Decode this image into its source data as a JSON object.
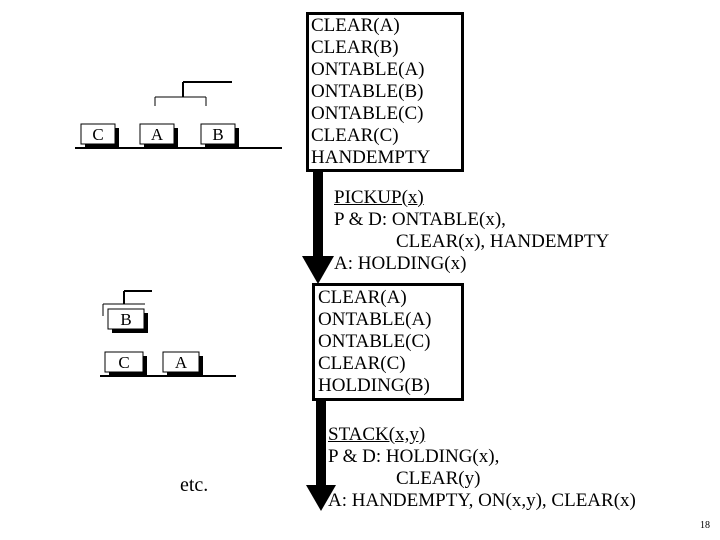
{
  "state1": {
    "lines": [
      "CLEAR(A)",
      "CLEAR(B)",
      "ONTABLE(A)",
      "ONTABLE(B)",
      "ONTABLE(C)",
      "CLEAR(C)",
      "HANDEMPTY"
    ]
  },
  "operator1": {
    "name": "PICKUP(x)",
    "pd_line1": "P & D: ONTABLE(x),",
    "pd_line2": "CLEAR(x), HANDEMPTY",
    "add": "A: HOLDING(x)"
  },
  "state2": {
    "lines": [
      "CLEAR(A)",
      "ONTABLE(A)",
      "ONTABLE(C)",
      "CLEAR(C)",
      "HOLDING(B)"
    ]
  },
  "operator2": {
    "name": "STACK(x,y)",
    "pd_line1": "P & D: HOLDING(x),",
    "pd_line2": "CLEAR(y)",
    "add": "A: HANDEMPTY, ON(x,y), CLEAR(x)"
  },
  "scene1": {
    "blocks": [
      "C",
      "A",
      "B"
    ]
  },
  "scene2": {
    "blocks": [
      "B",
      "C",
      "A"
    ]
  },
  "etc_label": "etc.",
  "page_number": "18"
}
